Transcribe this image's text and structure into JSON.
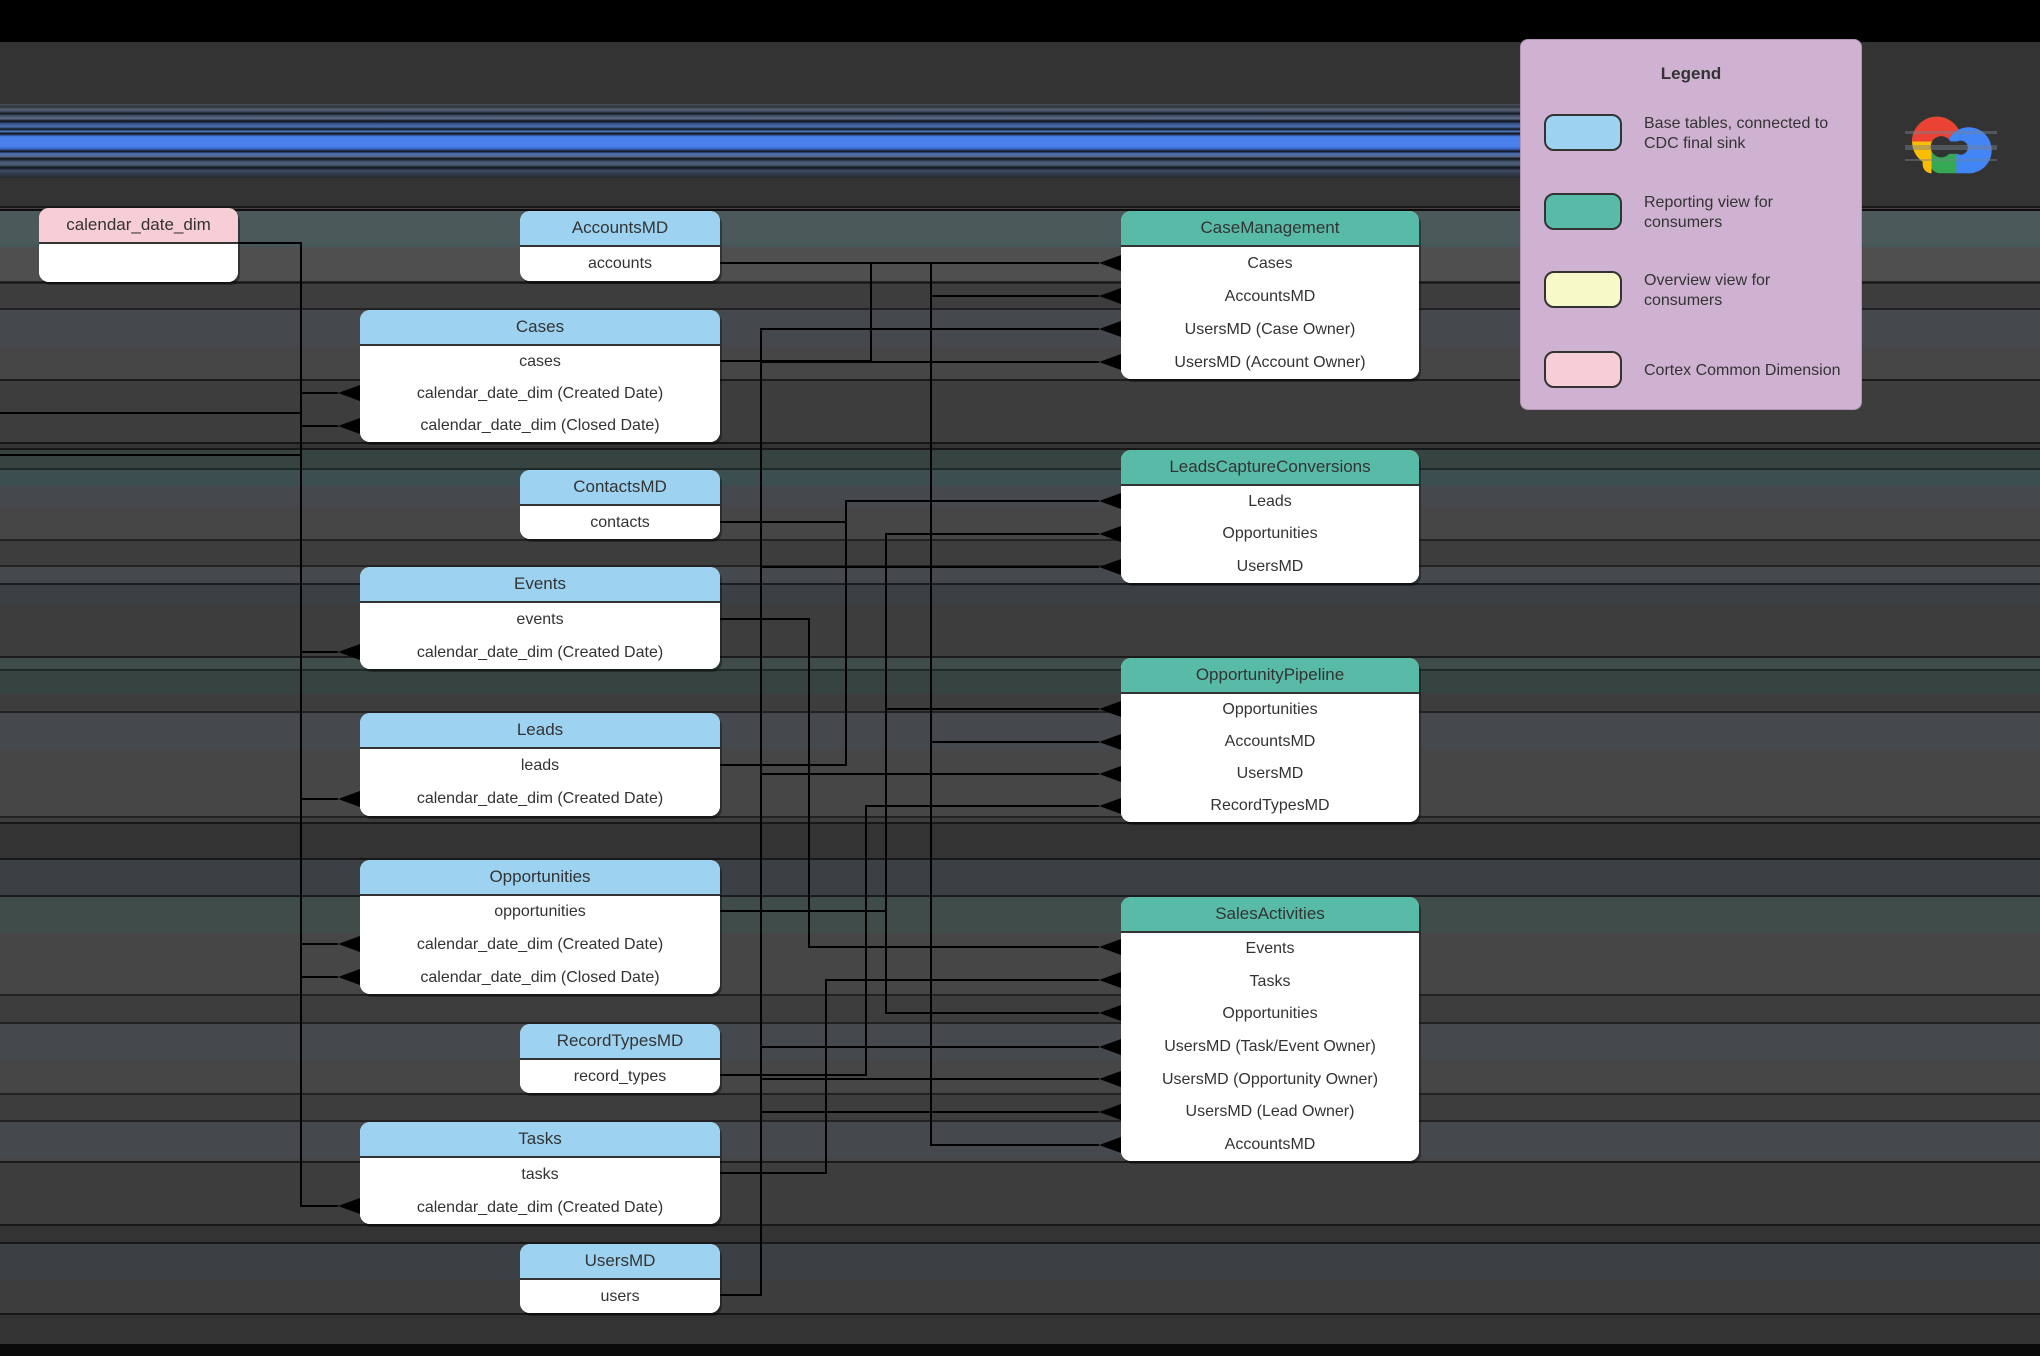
{
  "legend": {
    "title": "Legend",
    "items": [
      {
        "label": "Base tables, connected to CDC final sink",
        "color": "#9dd3f1"
      },
      {
        "label": "Reporting view for consumers",
        "color": "#58bba7"
      },
      {
        "label": "Overview view for consumers",
        "color": "#f8f9c9"
      },
      {
        "label": "Cortex Common Dimension",
        "color": "#f8ced6"
      }
    ]
  },
  "icons": {
    "logo": "google-cloud-logo"
  },
  "colors": {
    "background": "#333333",
    "base_table_header": "#9dd3f1",
    "reporting_view_header": "#58bba7",
    "overview_view_header": "#f8f9c9",
    "common_dimension_header": "#f8ced6",
    "legend_background": "#cfb2d2",
    "connector": "#000000",
    "banner_blue": "#4a81ef"
  },
  "tables": [
    {
      "title": "calendar_date_dim",
      "type": "common",
      "rows": []
    },
    {
      "title": "AccountsMD",
      "type": "base",
      "rows": [
        "accounts"
      ]
    },
    {
      "title": "Cases",
      "type": "base",
      "rows": [
        "cases",
        "calendar_date_dim (Created Date)",
        "calendar_date_dim (Closed Date)"
      ]
    },
    {
      "title": "ContactsMD",
      "type": "base",
      "rows": [
        "contacts"
      ]
    },
    {
      "title": "Events",
      "type": "base",
      "rows": [
        "events",
        "calendar_date_dim (Created Date)"
      ]
    },
    {
      "title": "Leads",
      "type": "base",
      "rows": [
        "leads",
        "calendar_date_dim (Created Date)"
      ]
    },
    {
      "title": "Opportunities",
      "type": "base",
      "rows": [
        "opportunities",
        "calendar_date_dim (Created Date)",
        "calendar_date_dim (Closed Date)"
      ]
    },
    {
      "title": "RecordTypesMD",
      "type": "base",
      "rows": [
        "record_types"
      ]
    },
    {
      "title": "Tasks",
      "type": "base",
      "rows": [
        "tasks",
        "calendar_date_dim (Created Date)"
      ]
    },
    {
      "title": "UsersMD",
      "type": "base",
      "rows": [
        "users"
      ]
    },
    {
      "title": "CaseManagement",
      "type": "reporting",
      "rows": [
        "Cases",
        "AccountsMD",
        "UsersMD (Case Owner)",
        "UsersMD (Account Owner)"
      ]
    },
    {
      "title": "LeadsCaptureConversions",
      "type": "reporting",
      "rows": [
        "Leads",
        "Opportunities",
        "UsersMD"
      ]
    },
    {
      "title": "OpportunityPipeline",
      "type": "reporting",
      "rows": [
        "Opportunities",
        "AccountsMD",
        "UsersMD",
        "RecordTypesMD"
      ]
    },
    {
      "title": "SalesActivities",
      "type": "reporting",
      "rows": [
        "Events",
        "Tasks",
        "Opportunities",
        "UsersMD (Task/Event Owner)",
        "UsersMD (Opportunity Owner)",
        "UsersMD (Lead Owner)",
        "AccountsMD"
      ]
    }
  ]
}
